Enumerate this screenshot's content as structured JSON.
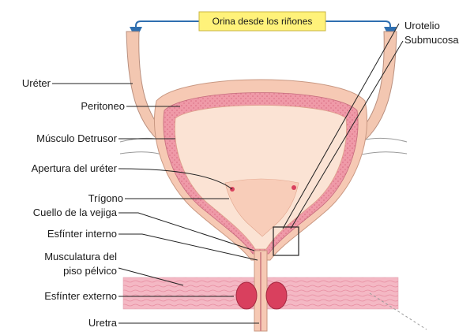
{
  "banner": {
    "text": "Orina desde los riñones"
  },
  "labels": {
    "urotelio": "Urotelio",
    "submucosa": "Submucosa",
    "ureter": "Uréter",
    "peritoneo": "Peritoneo",
    "detrusor": "Músculo Detrusor",
    "apertura": "Apertura del uréter",
    "trigono": "Trígono",
    "cuello": "Cuello de la vejiga",
    "esfinter_interno": "Esfínter interno",
    "musculatura_line1": "Musculatura del",
    "musculatura_line2": "piso pélvico",
    "esfinter_externo": "Esfínter externo",
    "uretra": "Uretra"
  },
  "colors": {
    "banner_fill": "#fff27a",
    "arrow": "#2f6fb0",
    "outer_wall": "#f6c9b4",
    "muscle_band": "#ef9aa8",
    "lumen": "#fbe3d4",
    "trigone": "#f8cdb9",
    "pelvic_floor": "#f4b8c4",
    "sphincter": "#d9405e"
  }
}
